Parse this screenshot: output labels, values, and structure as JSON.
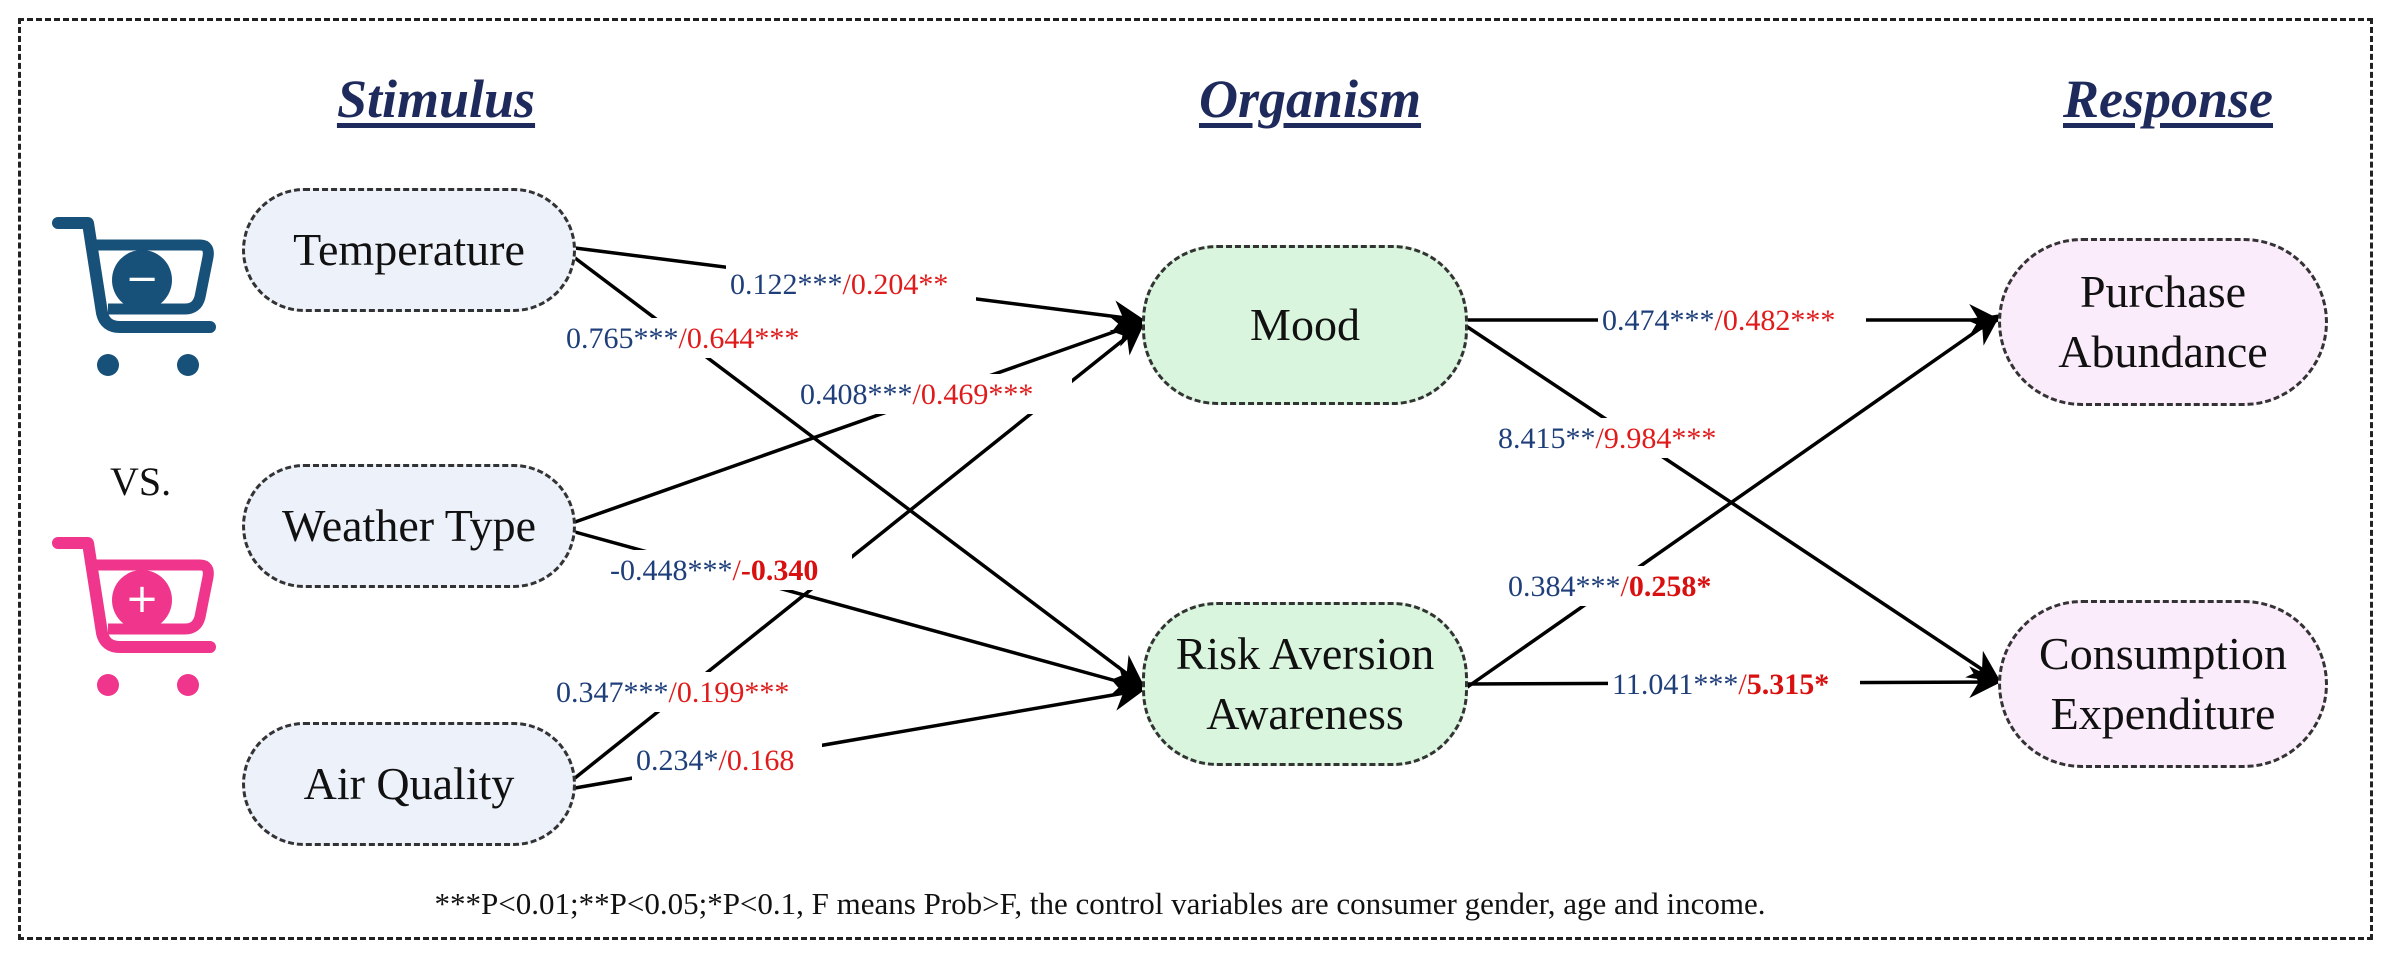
{
  "headings": {
    "stimulus": "Stimulus",
    "organism": "Organism",
    "response": "Response"
  },
  "icons": {
    "top_cart": {
      "name": "shopping-cart-minus-icon",
      "color": "#175078",
      "symbol": "−"
    },
    "bottom_cart": {
      "name": "shopping-cart-plus-icon",
      "color": "#f0358c",
      "symbol": "+"
    }
  },
  "vs_label": "VS.",
  "nodes": {
    "temperature": "Temperature",
    "weather_type": "Weather Type",
    "air_quality": "Air Quality",
    "mood": "Mood",
    "risk_aversion": {
      "line1": "Risk Aversion",
      "line2": "Awareness"
    },
    "purchase_abundance": {
      "line1": "Purchase",
      "line2": "Abundance"
    },
    "consumption_expenditure": {
      "line1": "Consumption",
      "line2": "Expenditure"
    }
  },
  "paths": {
    "temp_mood": {
      "a": "0.122***",
      "sep": "/",
      "b": "0.204**"
    },
    "temp_risk": {
      "a": "0.765***",
      "sep": "/",
      "b": "0.644***"
    },
    "weather_mood": {
      "a": "0.408***",
      "sep": "/",
      "b": "0.469***"
    },
    "weather_risk": {
      "a": "-0.448***",
      "sep": "/",
      "b": "-0.340"
    },
    "air_mood": {
      "a": "0.347***",
      "sep": "/",
      "b": "0.199***"
    },
    "air_risk": {
      "a": "0.234*",
      "sep": "/",
      "b": "0.168"
    },
    "mood_purchase": {
      "a": "0.474***",
      "sep": "/",
      "b": "0.482***"
    },
    "mood_consumption": {
      "a": "8.415**",
      "sep": "/",
      "b": "9.984***"
    },
    "risk_purchase": {
      "a": "0.384***",
      "sep": "/",
      "b": "0.258*"
    },
    "risk_consumption": {
      "a": "11.041***",
      "sep": "/",
      "b": "5.315*"
    }
  },
  "colors": {
    "coef_blue": "#1f3f7a",
    "coef_red": "#e01b1b",
    "stimulus_fill": "#edf1fa",
    "organism_fill": "#d9f5dd",
    "response_fill": "#fbecfb"
  },
  "footnote": "***P<0.01;**P<0.05;*P<0.1, F means Prob>F, the control variables are consumer gender, age and income."
}
